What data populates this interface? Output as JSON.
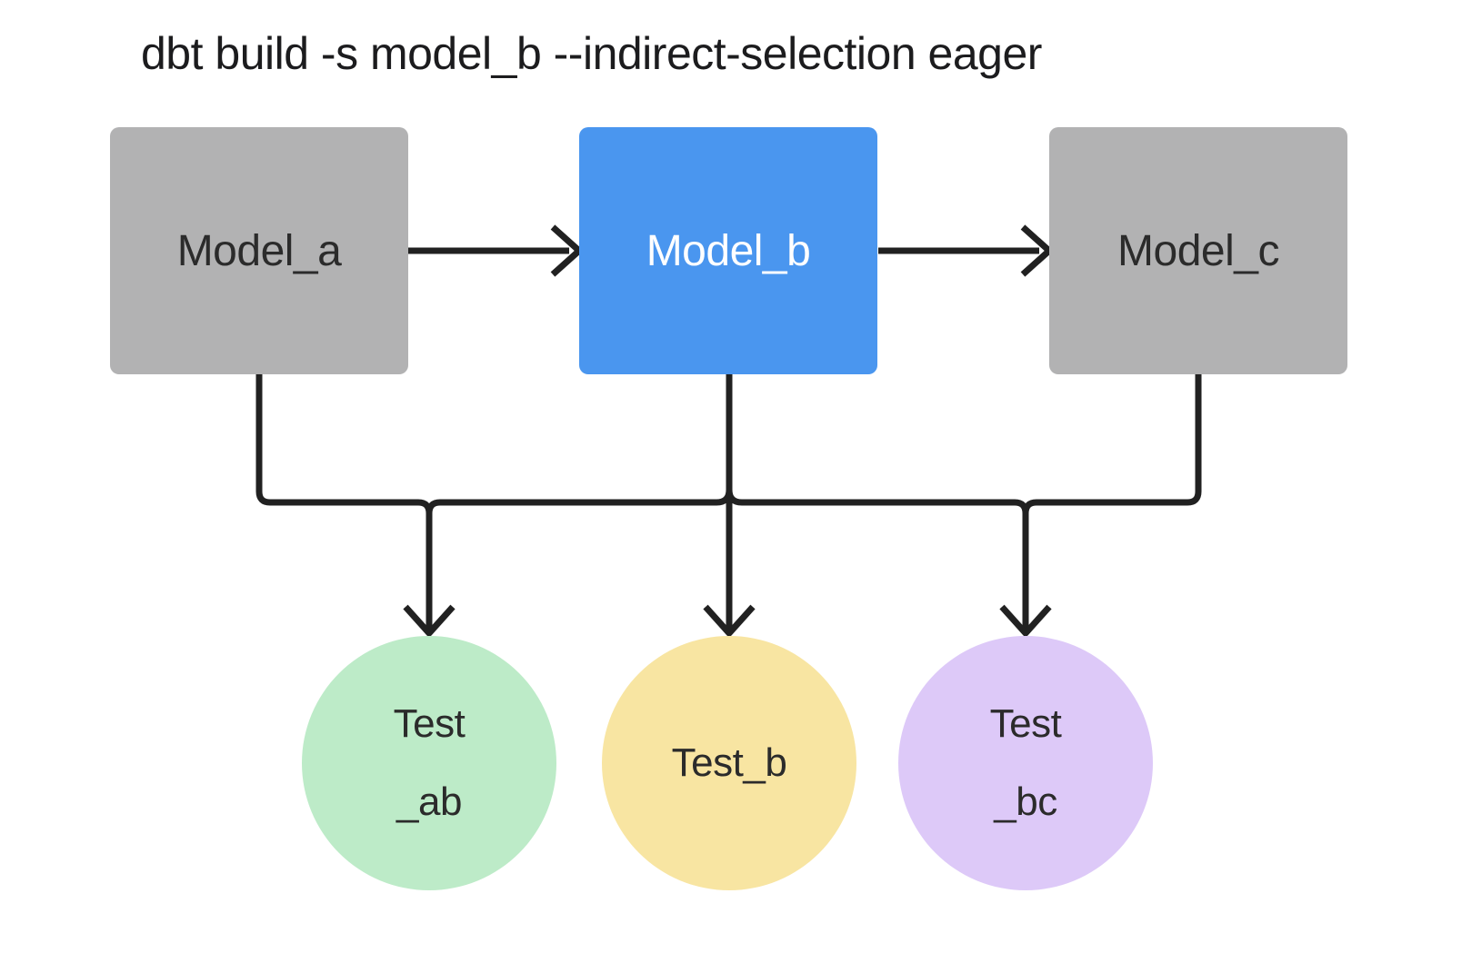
{
  "title": "dbt build -s model_b --indirect-selection eager",
  "colors": {
    "background": "#ffffff",
    "title_text": "#1c1c1e",
    "edge": "#212121",
    "node_default": "#b2b2b3",
    "node_selected": "#4a96ef",
    "node_text_dark": "#2b2b2b",
    "node_text_light": "#ffffff",
    "test_ab_fill": "#bdebc8",
    "test_b_fill": "#f8e5a2",
    "test_bc_fill": "#ddc9f8"
  },
  "models": [
    {
      "id": "model_a",
      "label": "Model_a",
      "selected": false
    },
    {
      "id": "model_b",
      "label": "Model_b",
      "selected": true
    },
    {
      "id": "model_c",
      "label": "Model_c",
      "selected": false
    }
  ],
  "tests": [
    {
      "id": "test_ab",
      "label_lines": [
        "Test",
        "_ab"
      ]
    },
    {
      "id": "test_b",
      "label_lines": [
        "Test_b"
      ]
    },
    {
      "id": "test_bc",
      "label_lines": [
        "Test",
        "_bc"
      ]
    }
  ],
  "edges": [
    {
      "from": "model_a",
      "to": "model_b"
    },
    {
      "from": "model_b",
      "to": "model_c"
    },
    {
      "from": "model_a",
      "to": "test_ab"
    },
    {
      "from": "model_b",
      "to": "test_ab"
    },
    {
      "from": "model_b",
      "to": "test_b"
    },
    {
      "from": "model_b",
      "to": "test_bc"
    },
    {
      "from": "model_c",
      "to": "test_bc"
    }
  ]
}
